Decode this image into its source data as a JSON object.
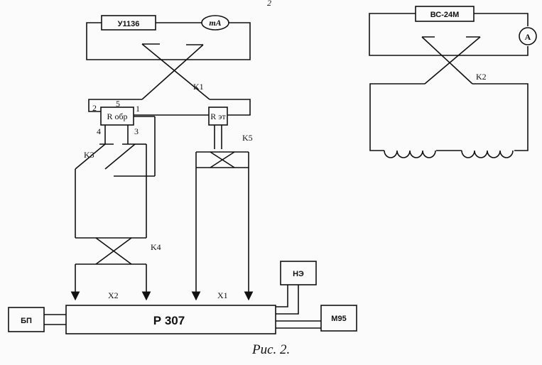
{
  "page_number": "2",
  "caption": "Рис.  2.",
  "devices": {
    "u1136": "У1136",
    "ma": "mA",
    "bs24m": "ВС-24М",
    "ammeter": "A",
    "r_obr": "R обр",
    "r_et": "R эт",
    "ne": "НЭ",
    "bp": "БП",
    "m95": "М95",
    "p307": "Р 307"
  },
  "switches": {
    "k1": "K1",
    "k2": "K2",
    "k3": "K3",
    "k4": "K4",
    "k5": "K5"
  },
  "terminals": {
    "x1": "X1",
    "x2": "X2",
    "t1": "1",
    "t2": "2",
    "t3": "3",
    "t4": "4",
    "t5": "5"
  }
}
